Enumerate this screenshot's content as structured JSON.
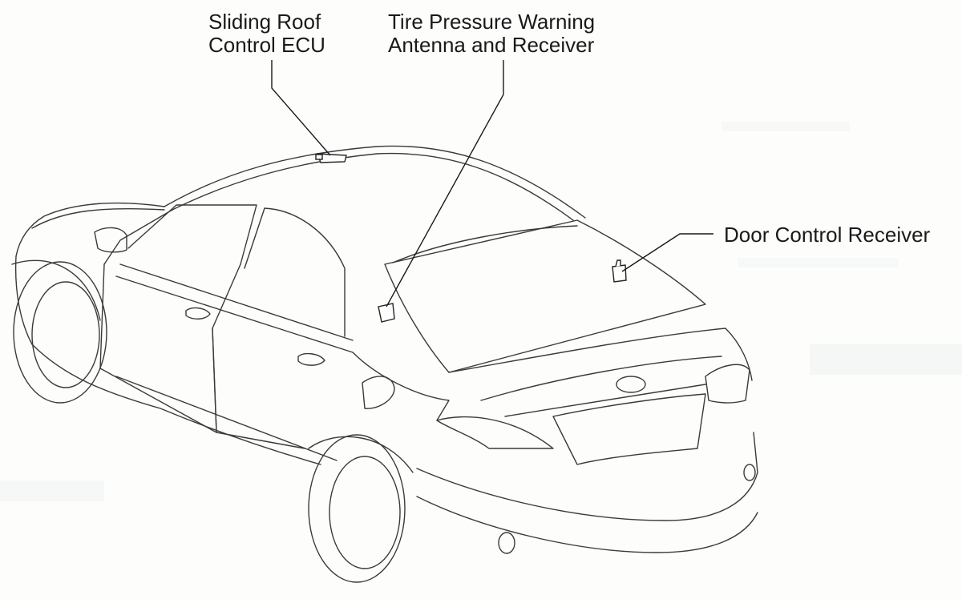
{
  "labels": {
    "sliding_roof": {
      "line1": "Sliding Roof",
      "line2": "Control ECU"
    },
    "tire_pressure": {
      "line1": "Tire Pressure Warning",
      "line2": "Antenna and Receiver"
    },
    "door_control": {
      "line1": "Door Control Receiver"
    }
  },
  "colors": {
    "line_art": "#3a3a3a",
    "text": "#1a1a1a",
    "background": "#fdfdfc"
  }
}
